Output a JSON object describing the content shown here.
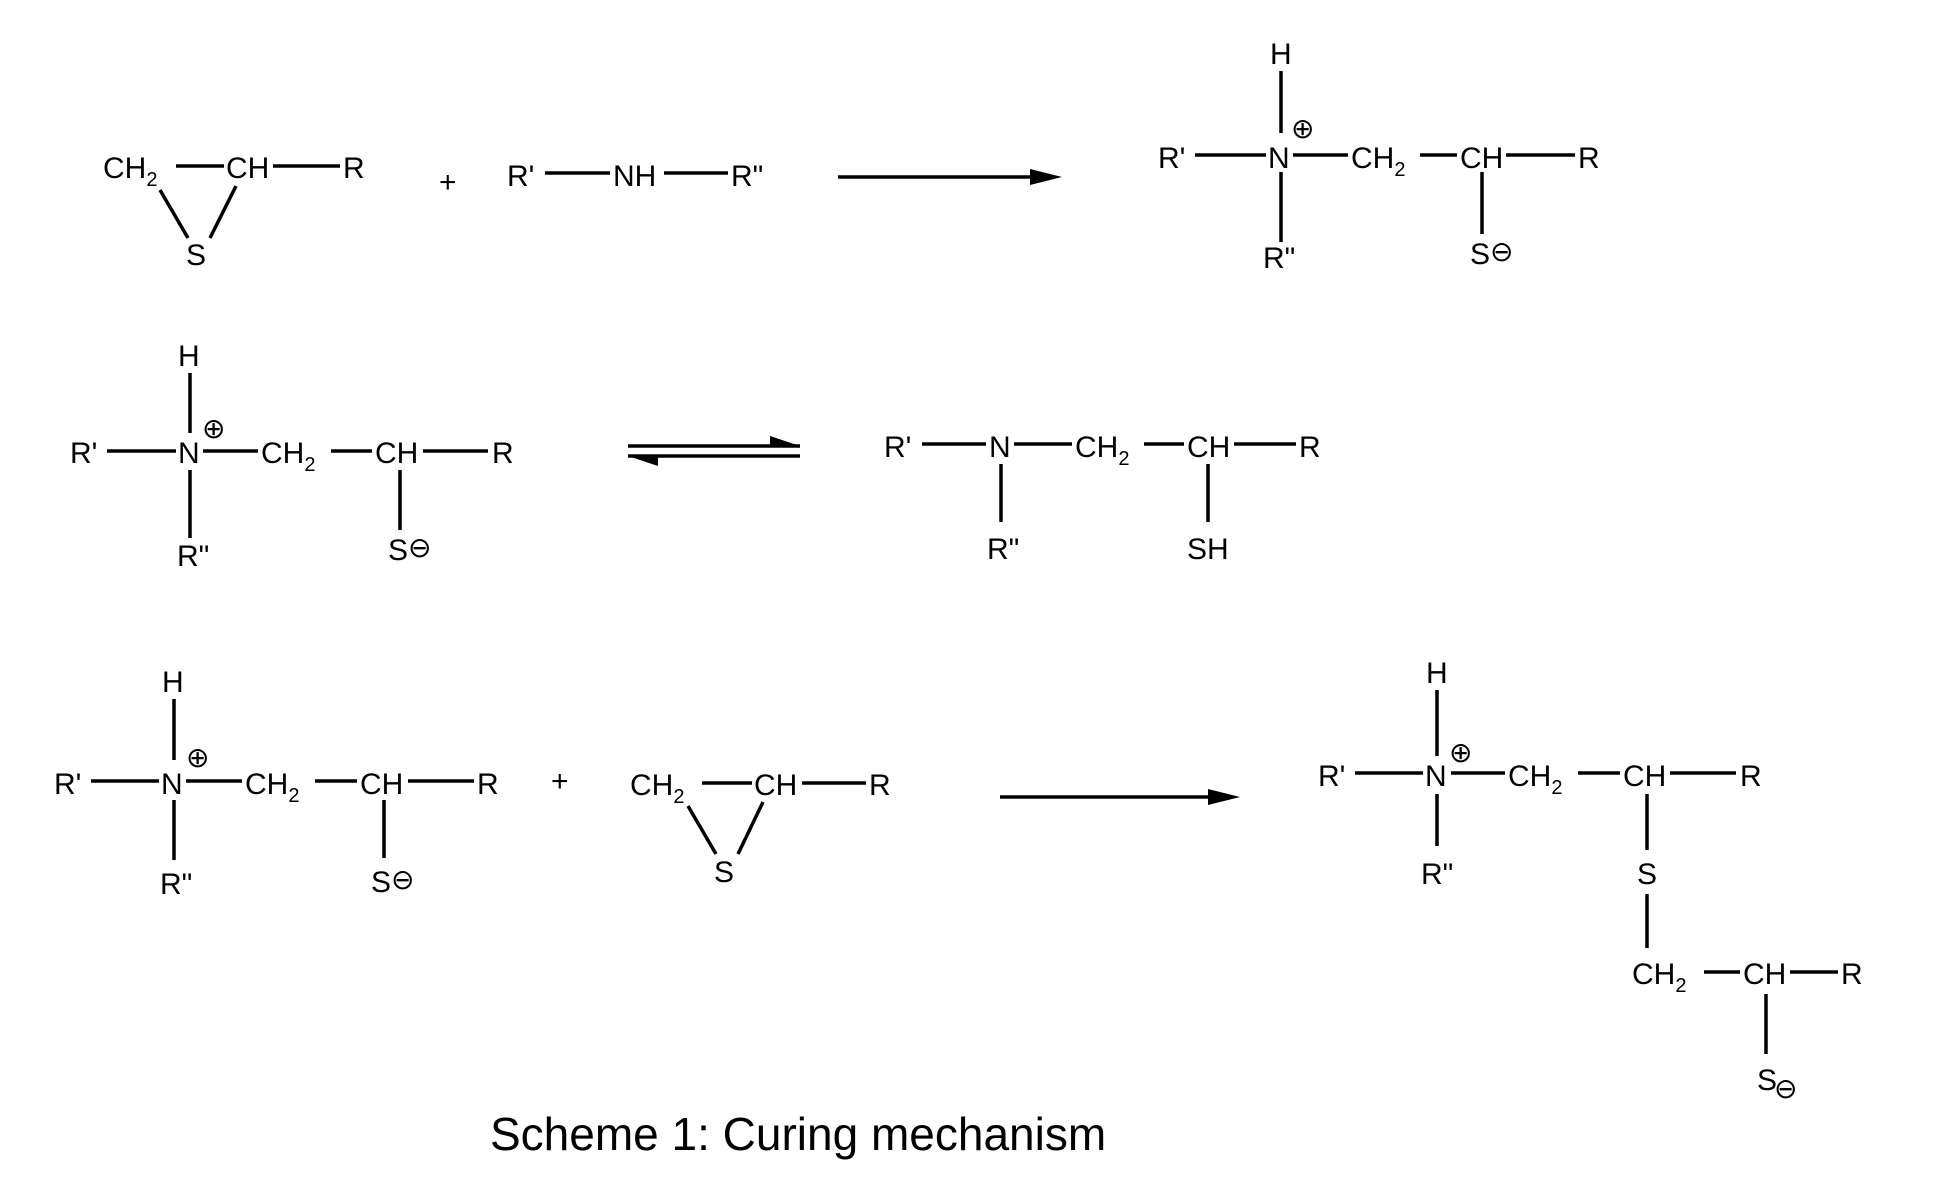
{
  "labels": {
    "ch2": "CH",
    "sub2": "2",
    "ch": "CH",
    "r": "R",
    "r1": "R'",
    "r2": "R\"",
    "s": "S",
    "sh": "SH",
    "n": "N",
    "h": "H",
    "nh": "NH",
    "plus": "+"
  },
  "charges": {
    "positive": "⊕",
    "negative": "⊖"
  },
  "caption": "Scheme 1: Curing mechanism"
}
